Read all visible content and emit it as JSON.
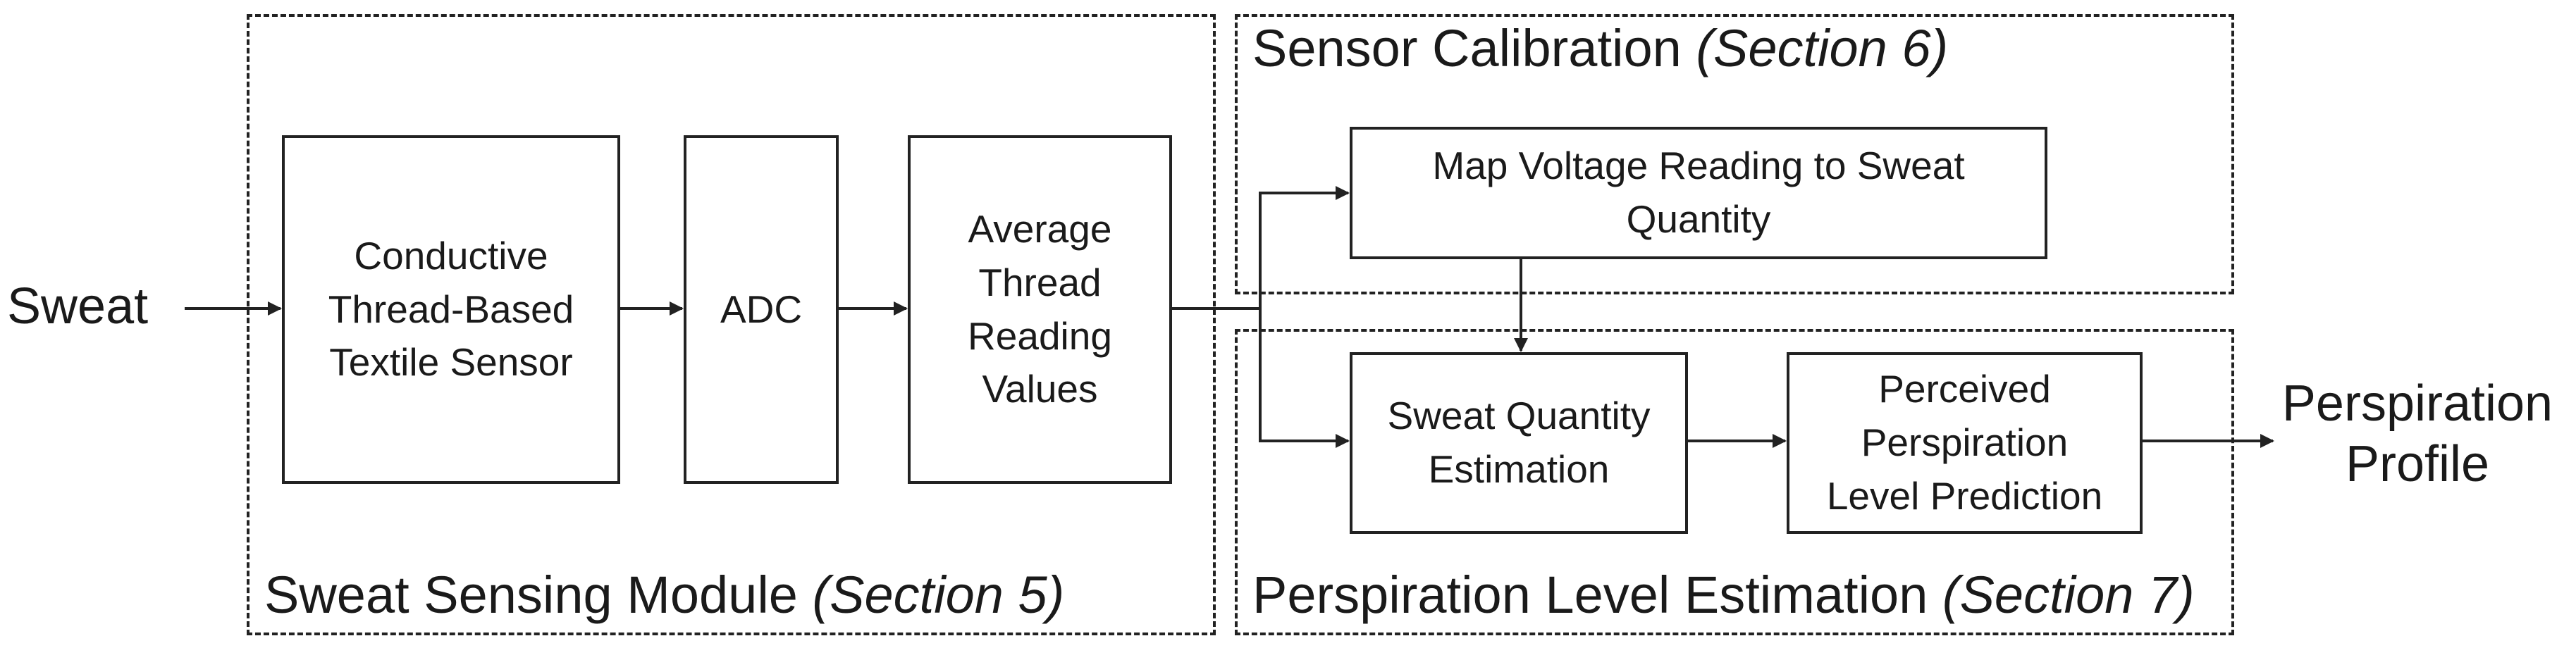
{
  "input_label": "Sweat",
  "output_label": "Perspiration\nProfile",
  "groups": {
    "sensing": {
      "title": "Sweat Sensing Module",
      "section": "(Section 5)"
    },
    "calibration": {
      "title": "Sensor Calibration",
      "section": "(Section 6)"
    },
    "estimation": {
      "title": "Perspiration Level Estimation",
      "section": "(Section 7)"
    }
  },
  "blocks": {
    "sensor": "Conductive\nThread-Based\nTextile Sensor",
    "adc": "ADC",
    "average": "Average\nThread\nReading\nValues",
    "map_voltage": "Map Voltage Reading to Sweat\nQuantity",
    "quantity_estimation": "Sweat Quantity\nEstimation",
    "level_prediction": "Perceived\nPerspiration\nLevel Prediction"
  },
  "colors": {
    "line": "#222222",
    "text": "#1a1a1a",
    "background": "#ffffff"
  }
}
